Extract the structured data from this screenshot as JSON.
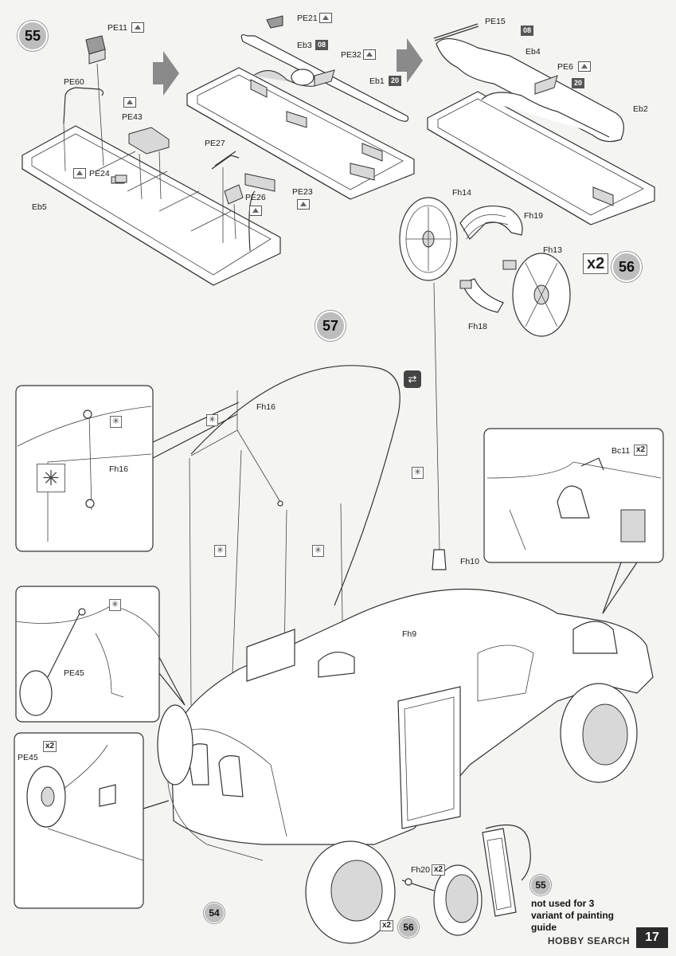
{
  "steps": {
    "s55": "55",
    "s56": "56",
    "s57": "57",
    "sub54": "54",
    "sub55": "55",
    "sub56": "56"
  },
  "qty": {
    "x2_56": "x2",
    "x2_bc11": "x2",
    "x2_pe45": "x2",
    "x2_fh20": "x2",
    "x2_bottom": "x2"
  },
  "labels": {
    "pe11": "PE11",
    "pe60": "PE60",
    "pe43": "PE43",
    "pe24": "PE24",
    "eb5": "Eb5",
    "pe27": "PE27",
    "pe26": "PE26",
    "pe23": "PE23",
    "pe21": "PE21",
    "eb3": "Eb3",
    "pe32": "PE32",
    "eb1": "Eb1",
    "pe15": "PE15",
    "eb4": "Eb4",
    "pe6": "PE6",
    "eb2": "Eb2",
    "fh14": "Fh14",
    "fh19": "Fh19",
    "fh13": "Fh13",
    "fh18": "Fh18",
    "fh16a": "Fh16",
    "fh16b": "Fh16",
    "bc11": "Bc11",
    "fh10": "Fh10",
    "fh9": "Fh9",
    "pe45a": "PE45",
    "pe45b": "PE45",
    "fh20": "Fh20"
  },
  "badges": {
    "eb3": "08",
    "eb1": "20",
    "pe15": "08",
    "pe6": "20"
  },
  "note": "not used for 3 variant of painting guide",
  "page_number": "17",
  "watermark": "HOBBY SEARCH",
  "icons": {
    "photo_etch": "photo-etch-icon",
    "bend": "bend-icon",
    "swap": "swap-icon"
  }
}
